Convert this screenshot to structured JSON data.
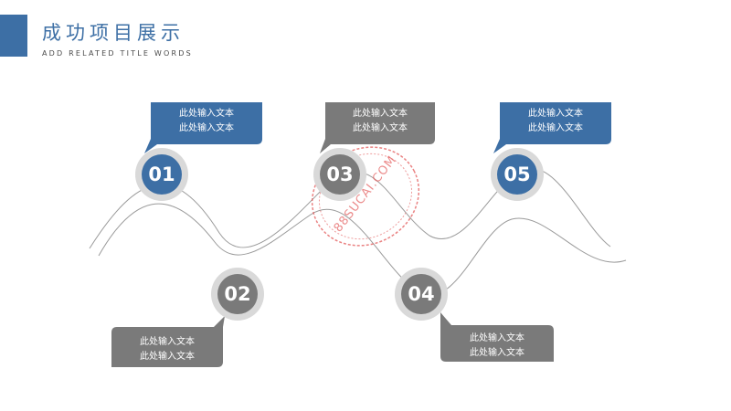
{
  "header": {
    "title": "成功项目展示",
    "subtitle": "ADD RELATED TITLE WORDS"
  },
  "colors": {
    "accent": "#3d6fa5",
    "gray": "#7a7a7a",
    "ring": "#d9d9d9",
    "curve": "#9a9a9a",
    "stamp": "#e35a5a"
  },
  "steps": [
    {
      "number": "01",
      "text_line1": "此处输入文本",
      "text_line2": "此处输入文本",
      "style": "accent"
    },
    {
      "number": "02",
      "text_line1": "此处输入文本",
      "text_line2": "此处输入文本",
      "style": "gray"
    },
    {
      "number": "03",
      "text_line1": "此处输入文本",
      "text_line2": "此处输入文本",
      "style": "gray"
    },
    {
      "number": "04",
      "text_line1": "此处输入文本",
      "text_line2": "此处输入文本",
      "style": "gray"
    },
    {
      "number": "05",
      "text_line1": "此处输入文本",
      "text_line2": "此处输入文本",
      "style": "accent"
    }
  ],
  "watermark": {
    "text": "88SUCAI.COM"
  }
}
